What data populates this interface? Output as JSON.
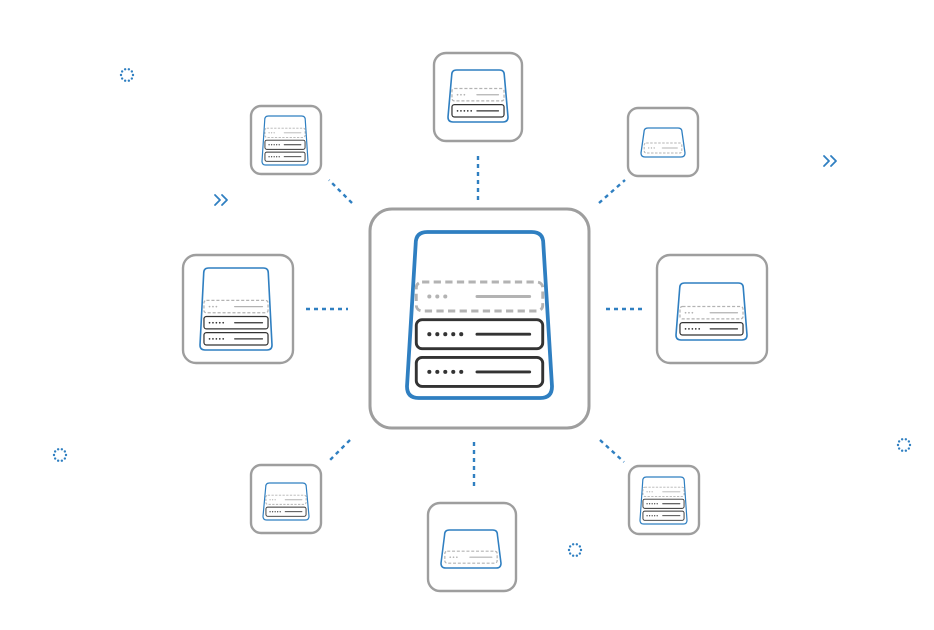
{
  "diagram": {
    "center": {
      "name": "central-server"
    },
    "nodes": [
      {
        "name": "node-top",
        "stack": [
          "dashed",
          "solid"
        ]
      },
      {
        "name": "node-top-right",
        "stack": [
          "dashed"
        ]
      },
      {
        "name": "node-right",
        "stack": [
          "dashed",
          "solid"
        ]
      },
      {
        "name": "node-bottom-right",
        "stack": [
          "dashed",
          "solid",
          "solid"
        ]
      },
      {
        "name": "node-bottom",
        "stack": [
          "dashed"
        ]
      },
      {
        "name": "node-bottom-left",
        "stack": [
          "dashed",
          "solid"
        ]
      },
      {
        "name": "node-left",
        "stack": [
          "dashed",
          "solid",
          "solid"
        ]
      },
      {
        "name": "node-top-left",
        "stack": [
          "dashed",
          "solid",
          "solid"
        ]
      }
    ],
    "decorations": [
      {
        "name": "spinner-icon"
      },
      {
        "name": "chevrons-right-icon"
      },
      {
        "name": "chevrons-right-icon"
      },
      {
        "name": "spinner-icon"
      },
      {
        "name": "spinner-icon"
      },
      {
        "name": "spinner-icon"
      }
    ],
    "colors": {
      "frame": "#9e9e9e",
      "server_outline": "#2f7fc1",
      "accent": "#2f7fc1",
      "disk_dark": "#333333",
      "disk_faded": "#b3b3b3",
      "background": "#ffffff"
    }
  }
}
